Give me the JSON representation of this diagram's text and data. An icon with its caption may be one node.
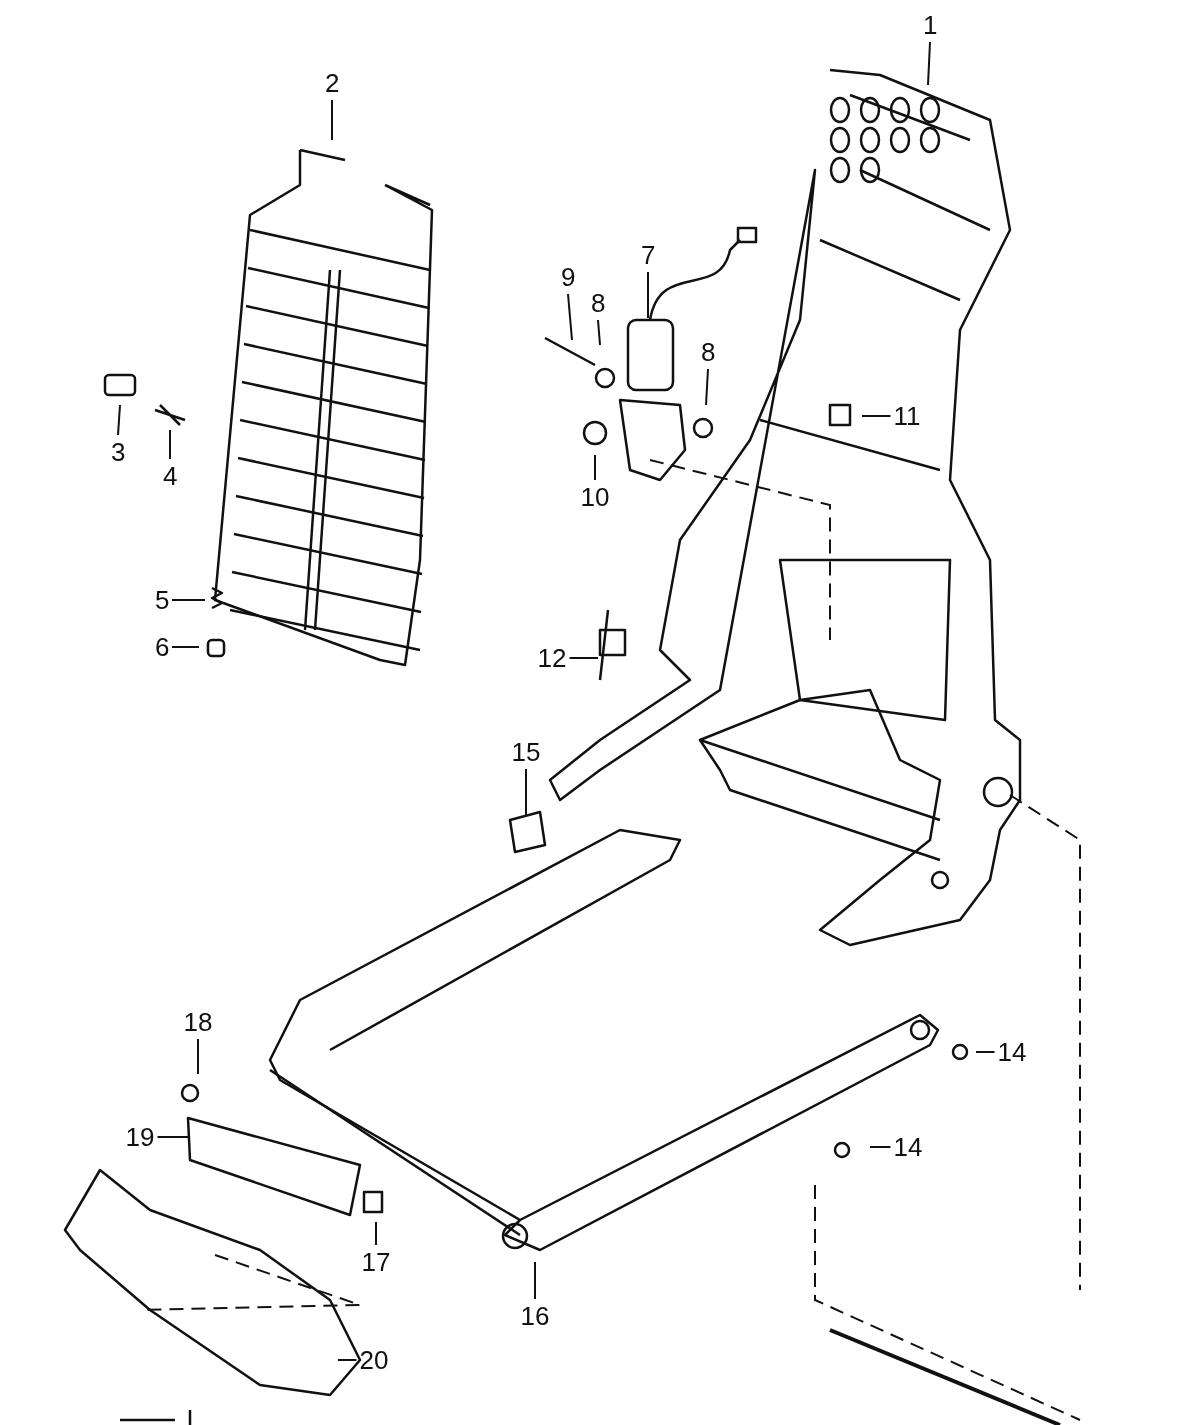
{
  "diagram": {
    "nodes": [
      {
        "text": [
          "1"
        ]
      },
      {
        "text": [
          "2"
        ]
      },
      {
        "text": [
          "3"
        ]
      },
      {
        "text": [
          "4"
        ]
      },
      {
        "text": [
          "5"
        ]
      },
      {
        "text": [
          "6"
        ]
      },
      {
        "text": [
          "7"
        ]
      },
      {
        "text": [
          "8"
        ]
      },
      {
        "text": [
          "8"
        ]
      },
      {
        "text": [
          "9"
        ]
      },
      {
        "text": [
          "10"
        ]
      },
      {
        "text": [
          "11"
        ]
      },
      {
        "text": [
          "12"
        ]
      },
      {
        "text": [
          "14"
        ]
      },
      {
        "text": [
          "14"
        ]
      },
      {
        "text": [
          "15"
        ]
      },
      {
        "text": [
          "16"
        ]
      },
      {
        "text": [
          "17"
        ]
      },
      {
        "text": [
          "18"
        ]
      },
      {
        "text": [
          "19"
        ]
      },
      {
        "text": [
          "20"
        ]
      }
    ],
    "edges": [
      {
        "from": 0,
        "to": null,
        "arrow": "none"
      },
      {
        "from": 1,
        "to": null,
        "arrow": "none"
      },
      {
        "from": 2,
        "to": null,
        "arrow": "none"
      },
      {
        "from": 3,
        "to": null,
        "arrow": "none"
      },
      {
        "from": 4,
        "to": null,
        "arrow": "none"
      },
      {
        "from": 5,
        "to": null,
        "arrow": "none"
      },
      {
        "from": 6,
        "to": null,
        "arrow": "none"
      },
      {
        "from": 7,
        "to": null,
        "arrow": "none"
      },
      {
        "from": 8,
        "to": null,
        "arrow": "none"
      },
      {
        "from": 9,
        "to": null,
        "arrow": "none"
      },
      {
        "from": 10,
        "to": null,
        "arrow": "none"
      },
      {
        "from": 11,
        "to": null,
        "arrow": "none"
      },
      {
        "from": 12,
        "to": null,
        "arrow": "none"
      },
      {
        "from": 13,
        "to": null,
        "arrow": "none"
      },
      {
        "from": 14,
        "to": null,
        "arrow": "none"
      },
      {
        "from": 15,
        "to": null,
        "arrow": "none"
      },
      {
        "from": 16,
        "to": null,
        "arrow": "none"
      },
      {
        "from": 17,
        "to": null,
        "arrow": "none"
      },
      {
        "from": 18,
        "to": null,
        "arrow": "none"
      },
      {
        "from": 19,
        "to": null,
        "arrow": "none"
      },
      {
        "from": 20,
        "to": null,
        "arrow": "none"
      }
    ]
  }
}
